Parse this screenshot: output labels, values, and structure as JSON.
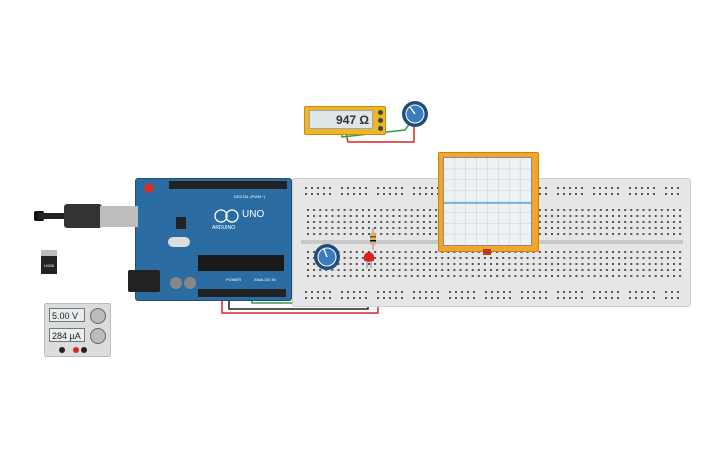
{
  "multimeter": {
    "reading": "947 Ω"
  },
  "power_supply": {
    "voltage": "5.00 V",
    "current": "284 µA"
  },
  "arduino": {
    "brand": "ARDUINO",
    "model": "UNO",
    "digital_label": "DIGITAL (PWM~)",
    "power_label": "POWER",
    "analog_label": "ANALOG IN"
  },
  "regulator": {
    "label": "LM35"
  },
  "colors": {
    "arduino_blue": "#2b6ca3",
    "breadboard": "#e6e6e6",
    "wire_green": "#2ea043",
    "wire_red": "#d62728",
    "wire_black": "#222222",
    "instrument_orange": "#f0b429",
    "trace_blue": "#3b8fd6"
  },
  "icons": [
    "usb-cable-icon",
    "potentiometer-icon",
    "led-icon",
    "resistor-icon",
    "regulator-icon"
  ]
}
